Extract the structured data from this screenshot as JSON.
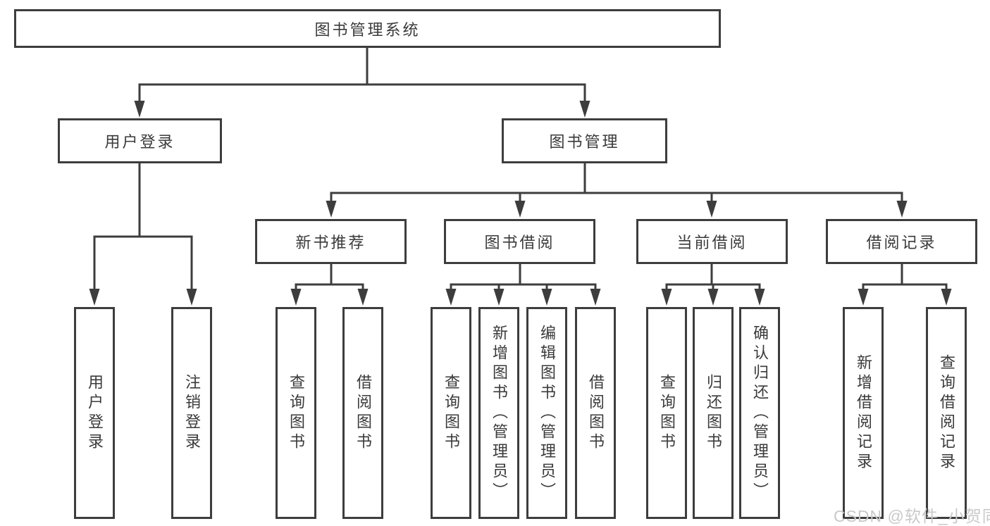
{
  "title": "图书管理系统",
  "watermark": "CSDN @软件_小贺同学",
  "colors": {
    "line": "#3d3d3d",
    "text": "#3a3a3a",
    "background": "#ffffff",
    "watermark": "#c9c9c9"
  },
  "tree": {
    "label": "图书管理系统",
    "children": [
      {
        "label": "用户登录",
        "children": [
          {
            "label": "用户登录"
          },
          {
            "label": "注销登录"
          }
        ]
      },
      {
        "label": "图书管理",
        "children": [
          {
            "label": "新书推荐",
            "children": [
              {
                "label": "查询图书"
              },
              {
                "label": "借阅图书"
              }
            ]
          },
          {
            "label": "图书借阅",
            "children": [
              {
                "label": "查询图书"
              },
              {
                "label": "新增图书（管理员）"
              },
              {
                "label": "编辑图书（管理员）"
              },
              {
                "label": "借阅图书"
              }
            ]
          },
          {
            "label": "当前借阅",
            "children": [
              {
                "label": "查询图书"
              },
              {
                "label": "归还图书"
              },
              {
                "label": "确认归还（管理员）"
              }
            ]
          },
          {
            "label": "借阅记录",
            "children": [
              {
                "label": "新增借阅记录"
              },
              {
                "label": "查询借阅记录"
              }
            ]
          }
        ]
      }
    ]
  }
}
